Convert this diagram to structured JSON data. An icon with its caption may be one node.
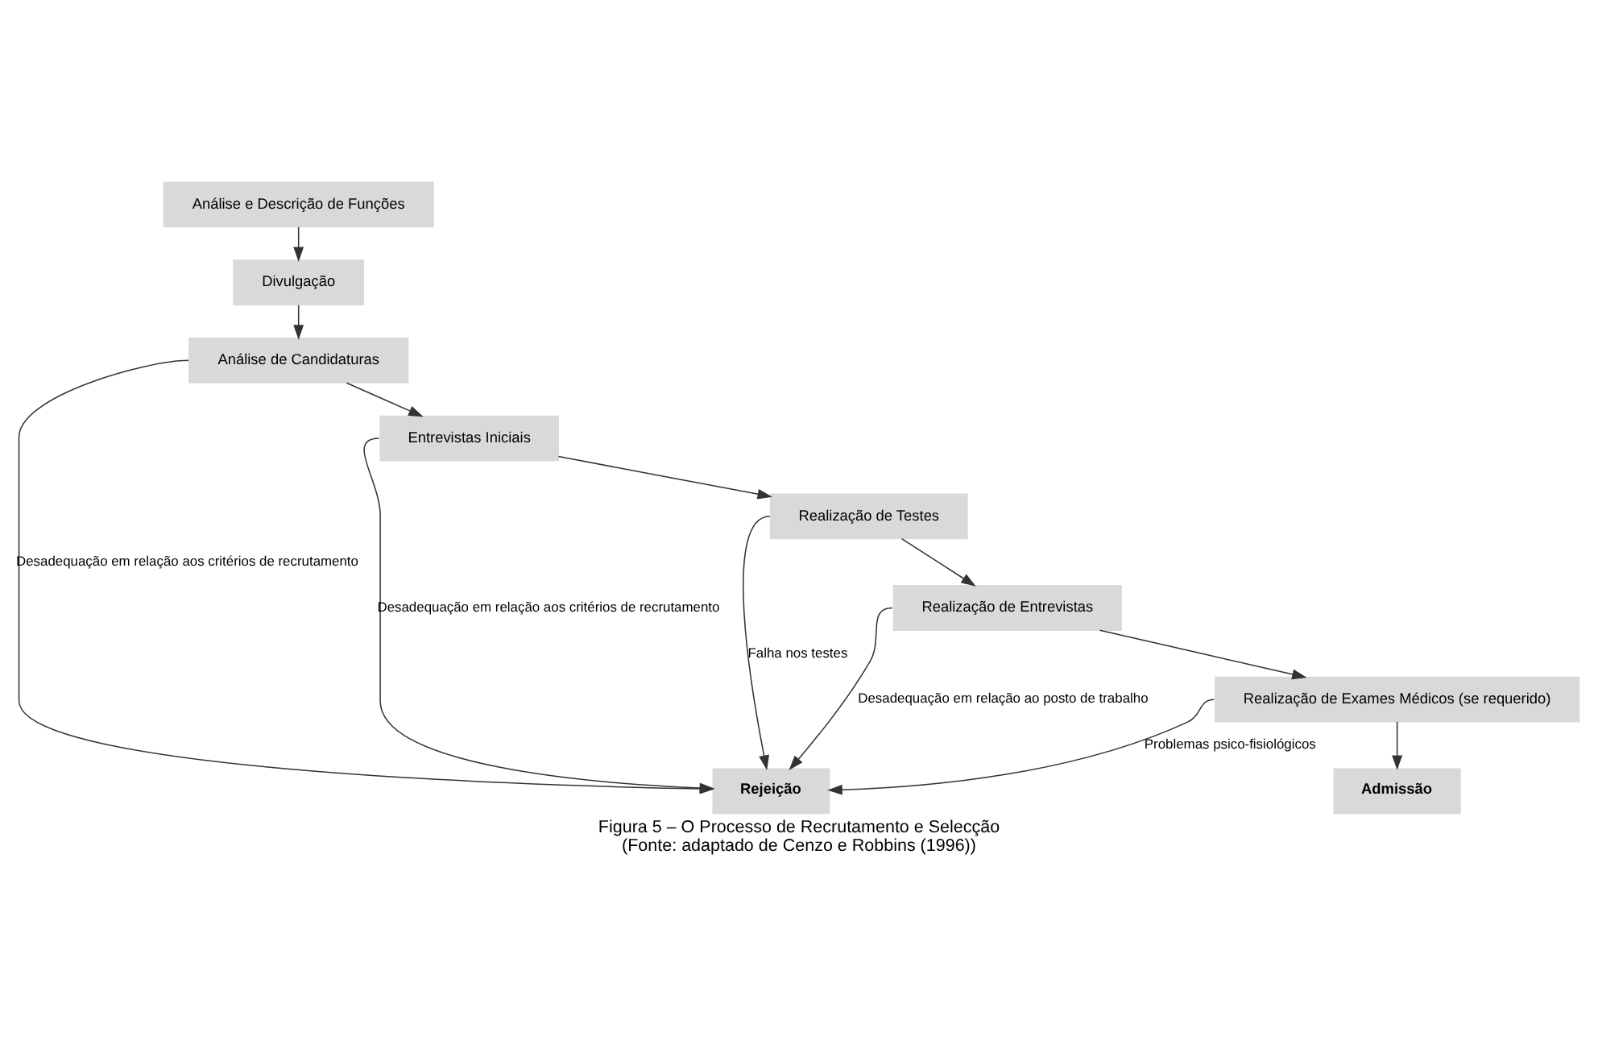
{
  "diagram": {
    "title": "Figura 5 – O Processo de Recrutamento e Selecção",
    "caption": "(Fonte: adaptado de Cenzo e Robbins (1996))",
    "nodes": [
      {
        "text": [
          "Análise e Descrição de Funções"
        ]
      },
      {
        "text": [
          "Divulgação"
        ]
      },
      {
        "text": [
          "Análise de Candidaturas"
        ]
      },
      {
        "text": [
          "Entrevistas Iniciais"
        ]
      },
      {
        "text": [
          "Realização de Testes"
        ]
      },
      {
        "text": [
          "Realização de Entrevistas"
        ]
      },
      {
        "text": [
          "Realização de Exames Médicos (se requerido)"
        ]
      },
      {
        "text": [
          "Rejeição"
        ]
      },
      {
        "text": [
          "Admissão"
        ]
      }
    ],
    "edges": [
      {
        "from": 0,
        "to": 1,
        "arrow": "to"
      },
      {
        "from": 1,
        "to": 2,
        "arrow": "to"
      },
      {
        "from": 2,
        "to": 3,
        "arrow": "to"
      },
      {
        "from": 3,
        "to": 4,
        "arrow": "to"
      },
      {
        "from": 4,
        "to": 5,
        "arrow": "to"
      },
      {
        "from": 5,
        "to": 6,
        "arrow": "to"
      },
      {
        "from": 6,
        "to": 8,
        "arrow": "to"
      },
      {
        "from": 2,
        "to": 7,
        "arrow": "to",
        "label": "Desadequação em relação aos critérios de recrutamento"
      },
      {
        "from": 3,
        "to": 7,
        "arrow": "to",
        "label": "Desadequação em relação aos critérios de recrutamento"
      },
      {
        "from": 4,
        "to": 7,
        "arrow": "to",
        "label": "Falha nos testes"
      },
      {
        "from": 5,
        "to": 7,
        "arrow": "to",
        "label": "Desadequação em relação ao posto de trabalho"
      },
      {
        "from": 6,
        "to": 7,
        "arrow": "to",
        "label": "Problemas psico-fisiológicos"
      }
    ]
  }
}
